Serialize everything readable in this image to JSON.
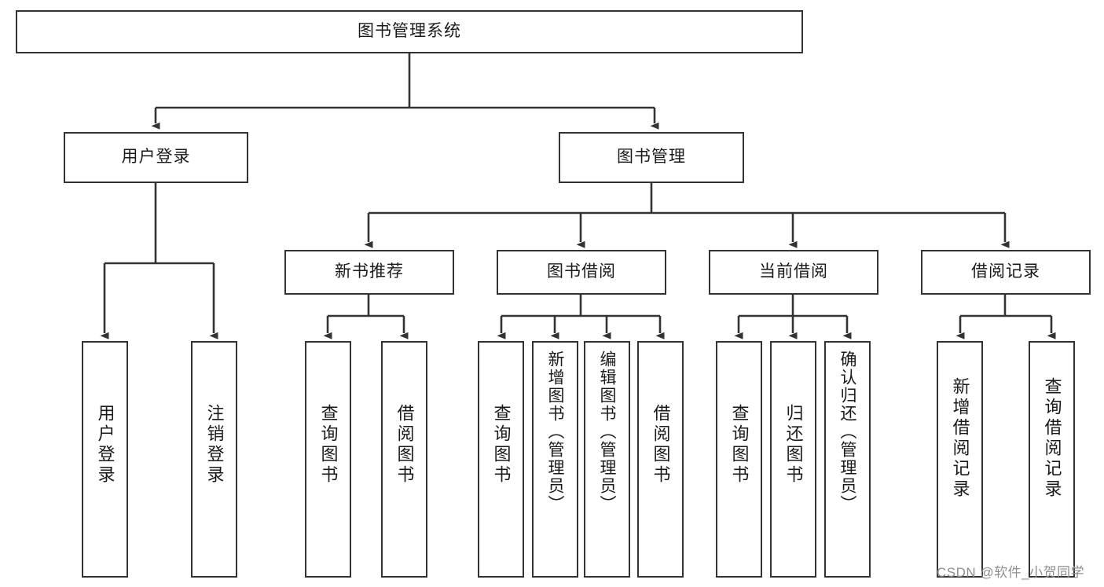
{
  "diagram": {
    "type": "tree-hierarchy",
    "title": "图书管理系统",
    "orientation": "top-down",
    "colors": {
      "box_border": "#333333",
      "box_fill": "#ffffff",
      "edge": "#333333",
      "text": "#1a1a1a",
      "watermark": "#8e8e8e",
      "background": "#ffffff"
    },
    "root": {
      "id": "root",
      "label": "图书管理系统",
      "text_direction": "horizontal"
    },
    "level2": [
      {
        "id": "user-login",
        "label": "用户登录",
        "text_direction": "horizontal"
      },
      {
        "id": "book-manage",
        "label": "图书管理",
        "text_direction": "horizontal"
      }
    ],
    "level3": [
      {
        "id": "new-book-rec",
        "label": "新书推荐",
        "text_direction": "horizontal",
        "parent": "book-manage"
      },
      {
        "id": "book-borrow",
        "label": "图书借阅",
        "text_direction": "horizontal",
        "parent": "book-manage"
      },
      {
        "id": "current-borrow",
        "label": "当前借阅",
        "text_direction": "horizontal",
        "parent": "book-manage"
      },
      {
        "id": "borrow-record",
        "label": "借阅记录",
        "text_direction": "horizontal",
        "parent": "book-manage"
      }
    ],
    "leaves": [
      {
        "id": "leaf-user-login",
        "label": "用户登录",
        "parent": "user-login",
        "text_direction": "vertical"
      },
      {
        "id": "leaf-user-logout",
        "label": "注销登录",
        "parent": "user-login",
        "text_direction": "vertical"
      },
      {
        "id": "leaf-query-book-1",
        "label": "查询图书",
        "parent": "new-book-rec",
        "text_direction": "vertical"
      },
      {
        "id": "leaf-borrow-book-1",
        "label": "借阅图书",
        "parent": "new-book-rec",
        "text_direction": "vertical"
      },
      {
        "id": "leaf-query-book-2",
        "label": "查询图书",
        "parent": "book-borrow",
        "text_direction": "vertical"
      },
      {
        "id": "leaf-add-book",
        "label": "新增图书（管理员）",
        "parent": "book-borrow",
        "text_direction": "vertical"
      },
      {
        "id": "leaf-edit-book",
        "label": "编辑图书（管理员）",
        "parent": "book-borrow",
        "text_direction": "vertical"
      },
      {
        "id": "leaf-borrow-book-2",
        "label": "借阅图书",
        "parent": "book-borrow",
        "text_direction": "vertical"
      },
      {
        "id": "leaf-query-book-3",
        "label": "查询图书",
        "parent": "current-borrow",
        "text_direction": "vertical"
      },
      {
        "id": "leaf-return-book",
        "label": "归还图书",
        "parent": "current-borrow",
        "text_direction": "vertical"
      },
      {
        "id": "leaf-confirm-return",
        "label": "确认归还（管理员）",
        "parent": "current-borrow",
        "text_direction": "vertical"
      },
      {
        "id": "leaf-add-record",
        "label": "新增借阅记录",
        "parent": "borrow-record",
        "text_direction": "vertical"
      },
      {
        "id": "leaf-query-record",
        "label": "查询借阅记录",
        "parent": "borrow-record",
        "text_direction": "vertical"
      }
    ]
  },
  "watermark": {
    "text": "CSDN @软件_小贺同学"
  }
}
